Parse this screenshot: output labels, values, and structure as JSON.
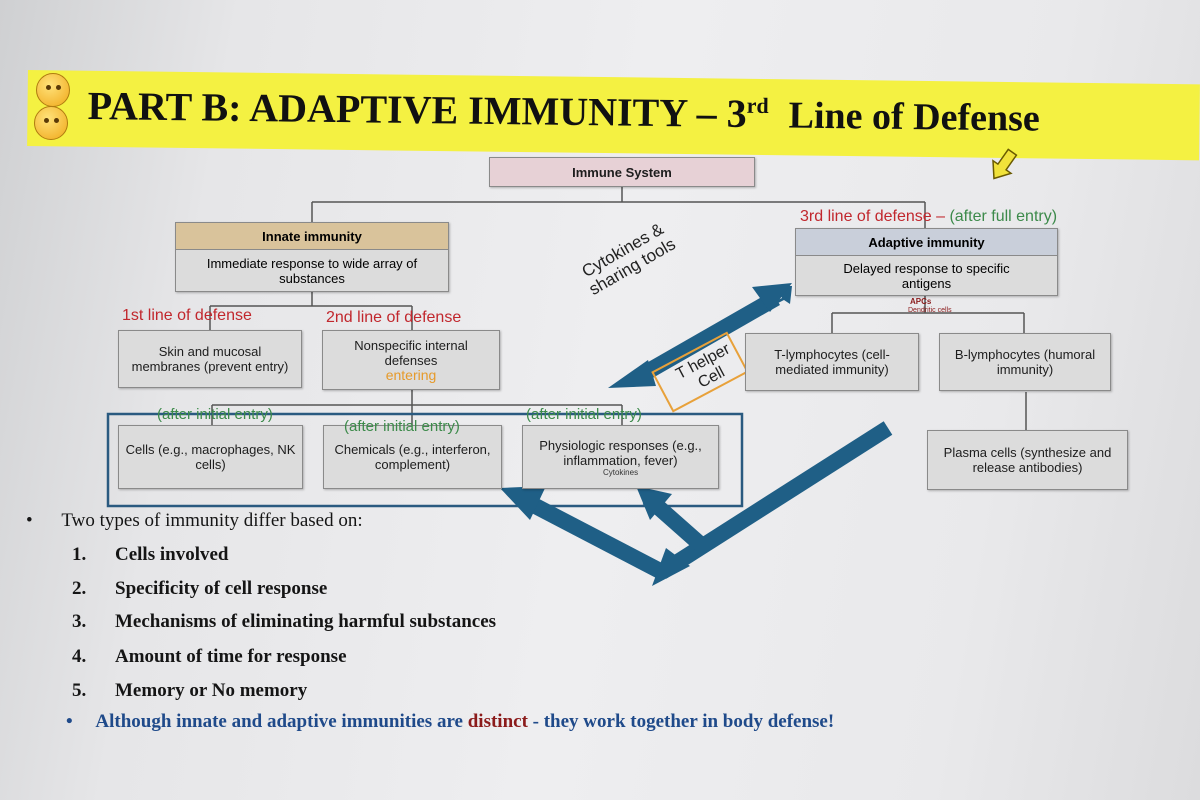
{
  "header": {
    "title_main": "PART B: ADAPTIVE IMMUNITY – 3",
    "title_sup": "rd",
    "title_rest": "Line of Defense"
  },
  "diagram": {
    "root": "Immune System",
    "innate": {
      "title": "Innate immunity",
      "desc": "Immediate response to wide array of substances"
    },
    "adaptive": {
      "title": "Adaptive immunity",
      "desc": "Delayed response to specific antigens"
    },
    "third_line_red": "3rd line of defense –",
    "third_line_green": "(after full entry)",
    "first_line": "1st line of defense",
    "second_line": "2nd line of defense",
    "skin": "Skin and mucosal membranes (prevent entry)",
    "nonspecific": "Nonspecific internal defenses",
    "entering": "entering",
    "after_initial_entry": "(after initial entry)",
    "cells": "Cells (e.g., macrophages, NK cells)",
    "chemicals": "Chemicals (e.g., interferon, complement)",
    "physiologic": "Physiologic responses (e.g., inflammation, fever)",
    "cytokines_small": "Cytokines",
    "cytokines_note": "Cytokines & sharing tools",
    "t_helper": "T helper Cell",
    "apcs": "APCs",
    "dendritic": "Dendritic cells",
    "t_lymph": "T-lymphocytes (cell-mediated immunity)",
    "b_lymph": "B-lymphocytes (humoral immunity)",
    "plasma": "Plasma cells (synthesize and release antibodies)"
  },
  "intro": "Two types of immunity differ based on:",
  "list": [
    {
      "num": "1.",
      "text": "Cells involved"
    },
    {
      "num": "2.",
      "text": "Specificity of cell response"
    },
    {
      "num": "3.",
      "text": "Mechanisms of eliminating harmful substances"
    },
    {
      "num": "4.",
      "text": "Amount of time for response"
    },
    {
      "num": "5.",
      "text": "Memory or No memory"
    }
  ],
  "footer": {
    "part1": "Although innate and adaptive immunities are",
    "distinct": "distinct",
    "part2": "- they work together in body defense!"
  },
  "colors": {
    "title_bg": "#f4f142",
    "arrow": "#1f5f86",
    "defense_red": "#c1272d",
    "entry_green": "#3c8a4a",
    "entering_orange": "#e69a2a",
    "footer_navy": "#1f4a8a",
    "distinct_maroon": "#8b1b1b"
  },
  "icons": [
    "smiley-hand-icon",
    "yellow-down-arrow-icon",
    "bullet-dot-icon"
  ]
}
